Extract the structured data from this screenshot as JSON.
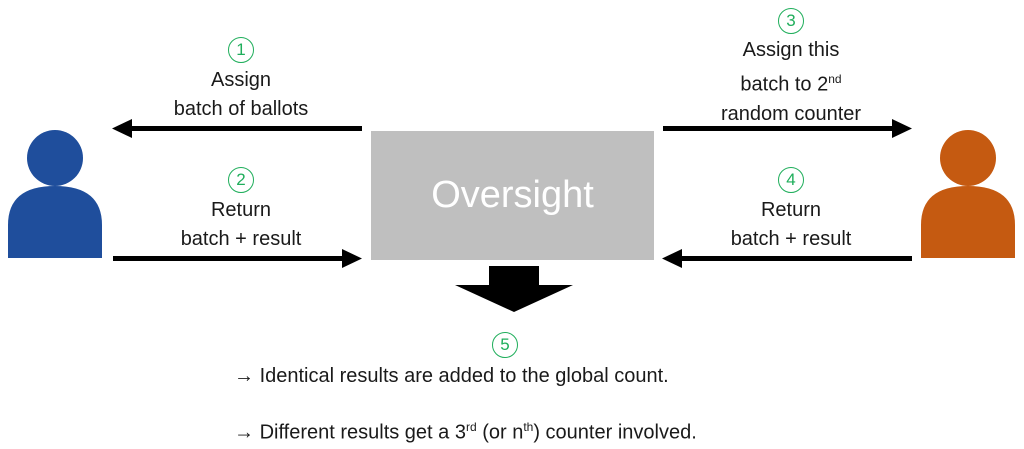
{
  "center": {
    "label": "Oversight"
  },
  "steps": [
    {
      "number": "1",
      "lines": [
        "Assign",
        "batch of ballots"
      ]
    },
    {
      "number": "2",
      "lines": [
        "Return",
        "batch + result"
      ]
    },
    {
      "number": "3",
      "lines": [
        "Assign this",
        "batch to 2",
        "random counter"
      ],
      "superscript": "nd"
    },
    {
      "number": "4",
      "lines": [
        "Return",
        "batch + result"
      ]
    },
    {
      "number": "5"
    }
  ],
  "outcomes": {
    "arrow_glyph": "→",
    "identical": "Identical results are added to the global count.",
    "different_prefix": "Different results get a 3",
    "different_sup1": "rd",
    "different_mid": " (or n",
    "different_sup2": "th",
    "different_suffix": ") counter involved."
  },
  "colors": {
    "counter_left": "#1f4e9c",
    "counter_right": "#c55a11",
    "oversight_box": "#bfbfbf",
    "step_number": "#1fae5b",
    "arrow": "#000000"
  }
}
